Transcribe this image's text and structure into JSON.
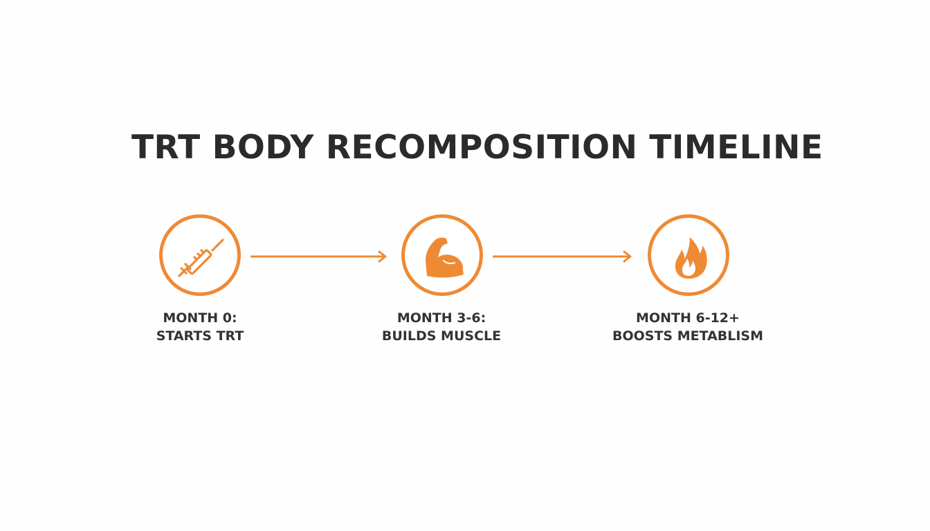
{
  "title": "TRT BODY RECOMPOSITION TIMELINE",
  "accent_color": "#ef8a34",
  "text_color": "#333333",
  "stages": [
    {
      "period": "MONTH 0:",
      "description": "STARTS TRT",
      "icon": "syringe-icon"
    },
    {
      "period": "MONTH 3-6:",
      "description": "BUILDS MUSCLE",
      "icon": "flexed-bicep-icon"
    },
    {
      "period": "MONTH 6-12+",
      "description": "BOOSTS METABLISM",
      "icon": "flame-icon"
    }
  ]
}
